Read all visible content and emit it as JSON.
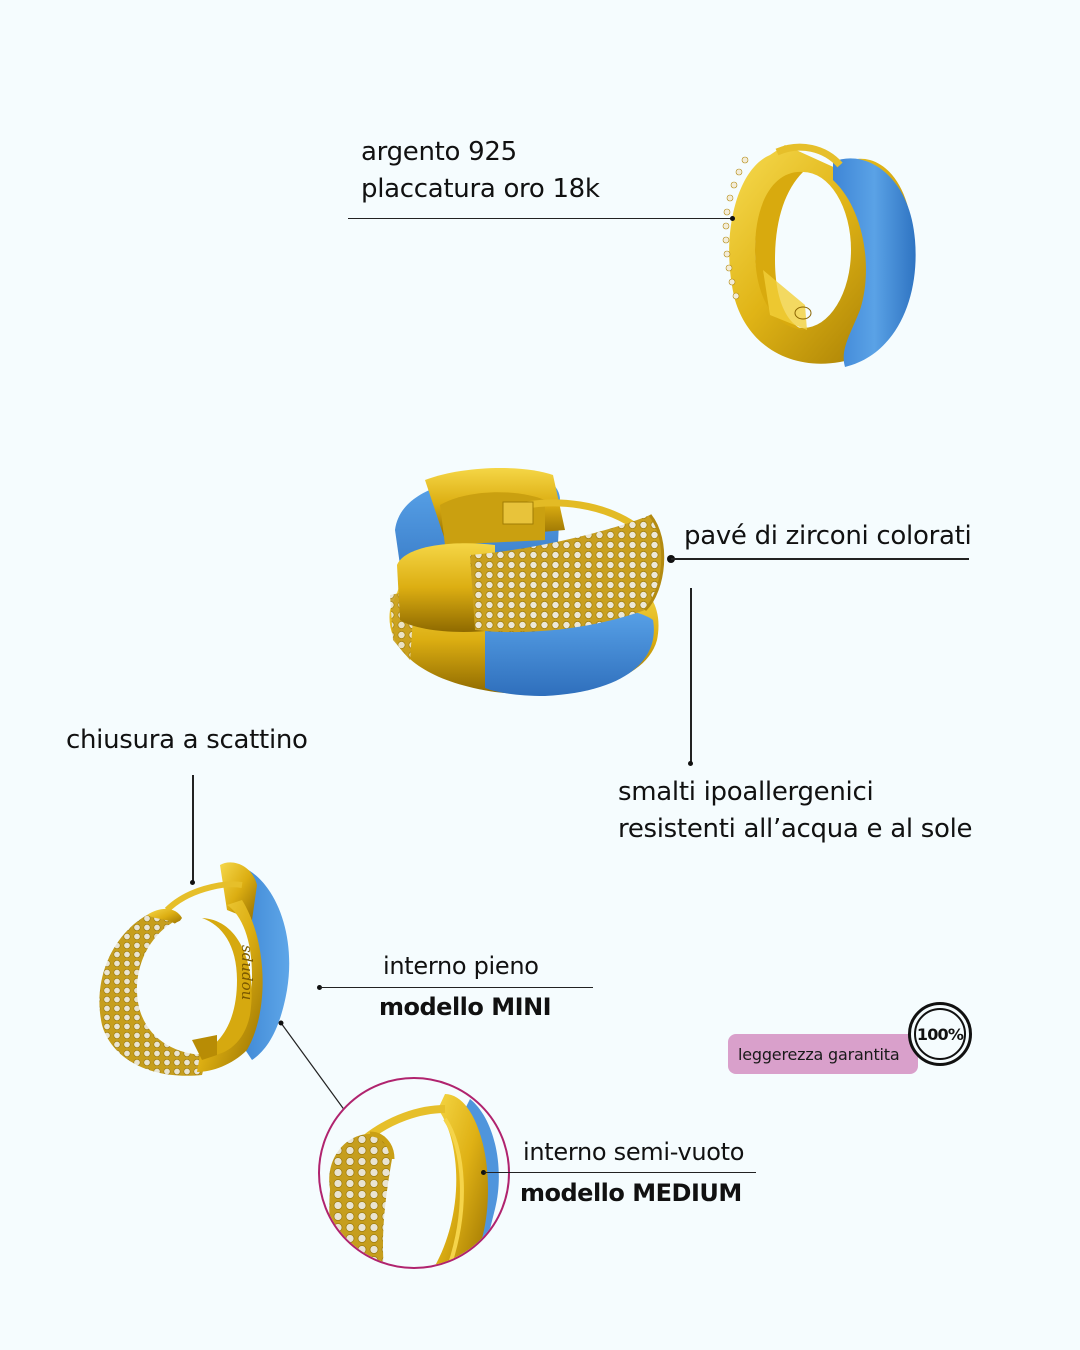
{
  "annotations": {
    "material": {
      "line1": "argento 925",
      "line2": "placcatura oro 18k"
    },
    "pave": {
      "label": "pavé di zirconi colorati"
    },
    "enamel": {
      "line1": "smalti ipoallergenici",
      "line2": "resistenti all’acqua e al sole"
    },
    "clasp": {
      "label": "chiusura a scattino"
    },
    "mini": {
      "line1": "interno pieno",
      "line2": "modello MINI"
    },
    "medium": {
      "line1": "interno semi-vuoto",
      "line2": "modello MEDIUM"
    }
  },
  "badge": {
    "label": "leggerezza garantita",
    "seal": "100%"
  },
  "engraving": {
    "brand": "sdudou"
  },
  "colors": {
    "background": "#f5fcfe",
    "gold": "#e0b416",
    "gold_dark": "#a67c00",
    "enamel_blue": "#4f95dc",
    "badge_pink": "#d9a0cb",
    "circle_magenta": "#b0236e",
    "text": "#111111"
  }
}
